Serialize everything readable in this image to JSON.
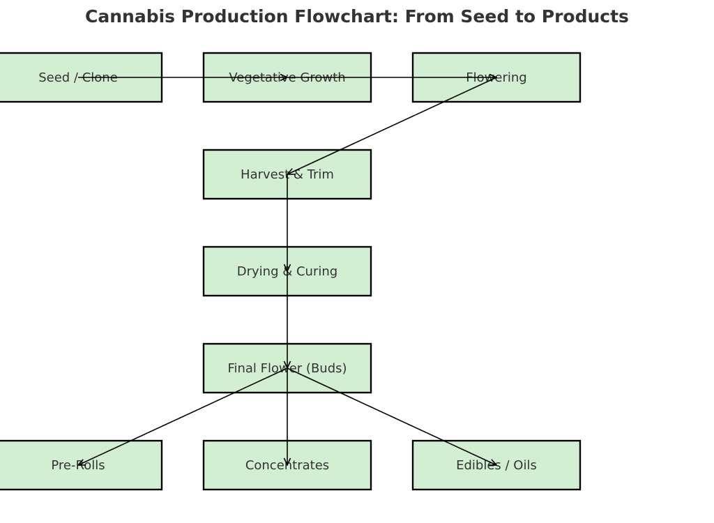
{
  "title": "Cannabis Production Flowchart: From Seed to Products",
  "colors": {
    "node_fill": "#d3efd3",
    "node_border": "#000000",
    "text": "#333333",
    "arrow": "#000000"
  },
  "nodes": [
    {
      "id": "seed-clone",
      "label": "Seed / Clone"
    },
    {
      "id": "vegetative-growth",
      "label": "Vegetative Growth"
    },
    {
      "id": "flowering",
      "label": "Flowering"
    },
    {
      "id": "harvest-trim",
      "label": "Harvest & Trim"
    },
    {
      "id": "drying-curing",
      "label": "Drying & Curing"
    },
    {
      "id": "final-flower",
      "label": "Final Flower (Buds)"
    },
    {
      "id": "pre-rolls",
      "label": "Pre-Rolls"
    },
    {
      "id": "concentrates",
      "label": "Concentrates"
    },
    {
      "id": "edibles-oils",
      "label": "Edibles / Oils"
    }
  ],
  "edges": [
    {
      "from": "seed-clone",
      "to": "vegetative-growth"
    },
    {
      "from": "vegetative-growth",
      "to": "flowering"
    },
    {
      "from": "flowering",
      "to": "harvest-trim"
    },
    {
      "from": "harvest-trim",
      "to": "drying-curing"
    },
    {
      "from": "drying-curing",
      "to": "final-flower"
    },
    {
      "from": "final-flower",
      "to": "pre-rolls"
    },
    {
      "from": "final-flower",
      "to": "concentrates"
    },
    {
      "from": "final-flower",
      "to": "edibles-oils"
    }
  ]
}
